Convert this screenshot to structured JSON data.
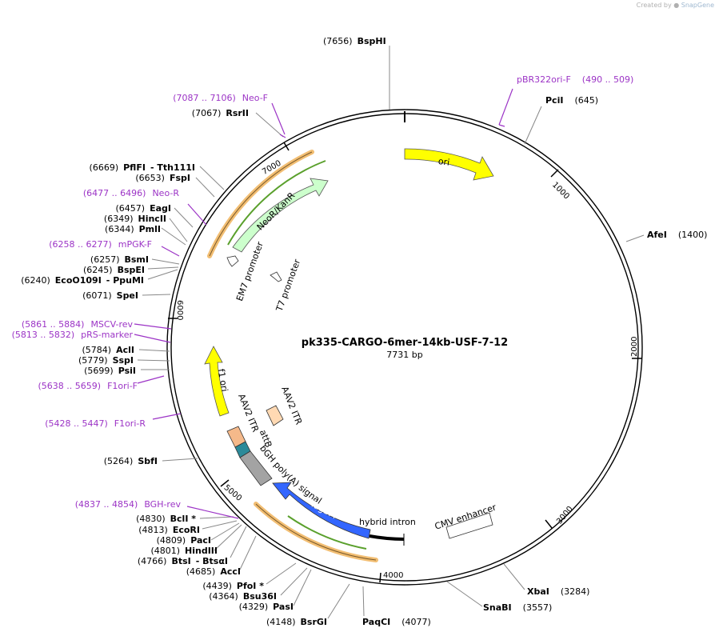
{
  "credit": {
    "prefix": "Created by",
    "brand": "SnapGene"
  },
  "plasmid": {
    "name": "pk335-CARGO-6mer-14kb-USF-7-12",
    "length_label": "7731 bp"
  },
  "ticks": [
    "1000",
    "2000",
    "3000",
    "4000",
    "5000",
    "6000",
    "7000"
  ],
  "sites": {
    "bsphi": {
      "pos": "(7656)",
      "name": "BspHI"
    },
    "pcii": {
      "pos": "(645)",
      "name": "PciI"
    },
    "afei": {
      "pos": "(1400)",
      "name": "AfeI"
    },
    "xbai": {
      "pos": "(3284)",
      "name": "XbaI"
    },
    "snabi": {
      "pos": "(3557)",
      "name": "SnaBI"
    },
    "paqci": {
      "pos": "(4077)",
      "name": "PaqCI"
    },
    "bsrgi": {
      "pos": "(4148)",
      "name": "BsrGI"
    },
    "pasi": {
      "pos": "(4329)",
      "name": "PasI"
    },
    "bsu36i": {
      "pos": "(4364)",
      "name": "Bsu36I"
    },
    "pfoi": {
      "pos": "(4439)",
      "name": "PfoI *"
    },
    "acci": {
      "pos": "(4685)",
      "name": "AccI"
    },
    "btsi": {
      "pos": "(4766)",
      "name": "BtsI",
      "extra": "- BtsαI"
    },
    "hindiii": {
      "pos": "(4801)",
      "name": "HindIII"
    },
    "paci": {
      "pos": "(4809)",
      "name": "PacI"
    },
    "ecori": {
      "pos": "(4813)",
      "name": "EcoRI"
    },
    "bcli": {
      "pos": "(4830)",
      "name": "BclI *"
    },
    "sbfi": {
      "pos": "(5264)",
      "name": "SbfI"
    },
    "psii": {
      "pos": "(5699)",
      "name": "PsiI"
    },
    "sspi": {
      "pos": "(5779)",
      "name": "SspI"
    },
    "acli": {
      "pos": "(5784)",
      "name": "AclI"
    },
    "spei": {
      "pos": "(6071)",
      "name": "SpeI"
    },
    "eco": {
      "pos": "(6240)",
      "name": "EcoO109I",
      "extra": "- PpuMI"
    },
    "bspei": {
      "pos": "(6245)",
      "name": "BspEI"
    },
    "bsmi": {
      "pos": "(6257)",
      "name": "BsmI"
    },
    "pmli": {
      "pos": "(6344)",
      "name": "PmlI"
    },
    "hincii": {
      "pos": "(6349)",
      "name": "HincII"
    },
    "eagi": {
      "pos": "(6457)",
      "name": "EagI"
    },
    "fspi": {
      "pos": "(6653)",
      "name": "FspI"
    },
    "pflfi": {
      "pos": "(6669)",
      "name": "PflFI",
      "extra": "- Tth111I"
    },
    "rsrii": {
      "pos": "(7067)",
      "name": "RsrII"
    }
  },
  "primers": {
    "pbr322": {
      "name": "pBR322ori-F",
      "range": "(490 .. 509)"
    },
    "neof": {
      "range": "(7087 .. 7106)",
      "name": "Neo-F"
    },
    "neor": {
      "range": "(6477 .. 6496)",
      "name": "Neo-R"
    },
    "mpgkf": {
      "range": "(6258 .. 6277)",
      "name": "mPGK-F"
    },
    "msc": {
      "range": "(5861 .. 5884)",
      "name": "MSCV-rev"
    },
    "prs": {
      "range": "(5813 .. 5832)",
      "name": "pRS-marker"
    },
    "f1f": {
      "range": "(5638 .. 5659)",
      "name": "F1ori-F"
    },
    "f1r": {
      "range": "(5428 .. 5447)",
      "name": "F1ori-R"
    },
    "bgh": {
      "range": "(4837 .. 4854)",
      "name": "BGH-rev"
    }
  },
  "features": {
    "ori": "ori",
    "neo": "NeoR/KanR",
    "em7": "EM7 promoter",
    "t7": "T7 promoter",
    "f1": "f1 ori",
    "itr1": "AAV2 ITR",
    "itr2": "AAV2 ITR",
    "attb": "attB",
    "bgh": "bGH poly(A) signal",
    "tagbfp": "TagBFP",
    "intron": "hybrid intron",
    "cmv": "CMV enhancer"
  },
  "colors": {
    "ori": "#ffff00",
    "neo": "#ccffcc",
    "tagbfp": "#3366ff",
    "itr": "#ffd9b3",
    "itr_dark": "#f5b98a",
    "attb": "#2b8a99",
    "bgh": "#a3a3a3",
    "primer": "#9c34c6",
    "orf_orange": "#f0b35a",
    "orf_green": "#5aa02c"
  }
}
